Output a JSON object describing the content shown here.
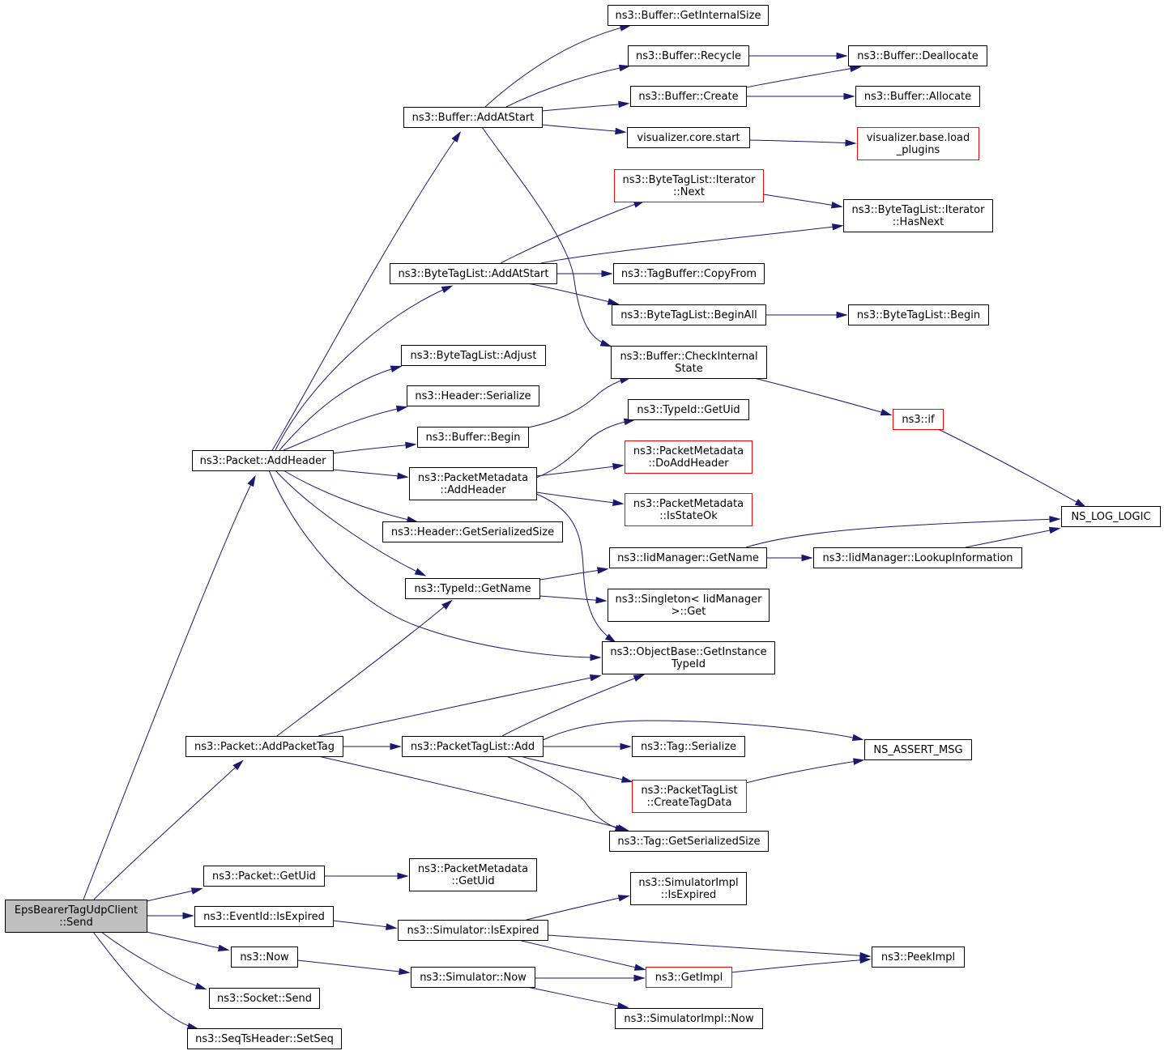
{
  "colors": {
    "edge": "#191970",
    "border": "#000000",
    "undocumented_border": "#ff0000",
    "root_fill": "#bfbfbf"
  },
  "nodes": {
    "root": {
      "lines": [
        "EpsBearerTagUdpClient",
        "::Send"
      ],
      "style": "root"
    },
    "pkt_addheader": {
      "lines": [
        "ns3::Packet::AddHeader"
      ]
    },
    "pkt_addpackettag": {
      "lines": [
        "ns3::Packet::AddPacketTag"
      ]
    },
    "pkt_getuid": {
      "lines": [
        "ns3::Packet::GetUid"
      ]
    },
    "eventid_isexpired": {
      "lines": [
        "ns3::EventId::IsExpired"
      ]
    },
    "now": {
      "lines": [
        "ns3::Now"
      ]
    },
    "socket_send": {
      "lines": [
        "ns3::Socket::Send"
      ]
    },
    "seqts_setseq": {
      "lines": [
        "ns3::SeqTsHeader::SetSeq"
      ]
    },
    "buf_addatstart": {
      "lines": [
        "ns3::Buffer::AddAtStart"
      ]
    },
    "btl_addatstart": {
      "lines": [
        "ns3::ByteTagList::AddAtStart"
      ]
    },
    "btl_adjust": {
      "lines": [
        "ns3::ByteTagList::Adjust"
      ]
    },
    "hdr_serialize": {
      "lines": [
        "ns3::Header::Serialize"
      ]
    },
    "buf_begin": {
      "lines": [
        "ns3::Buffer::Begin"
      ]
    },
    "pm_addheader": {
      "lines": [
        "ns3::PacketMetadata",
        "::AddHeader"
      ]
    },
    "hdr_getsersize": {
      "lines": [
        "ns3::Header::GetSerializedSize"
      ]
    },
    "typeid_getname": {
      "lines": [
        "ns3::TypeId::GetName"
      ]
    },
    "ptl_add": {
      "lines": [
        "ns3::PacketTagList::Add"
      ]
    },
    "pm_getuid": {
      "lines": [
        "ns3::PacketMetadata",
        "::GetUid"
      ]
    },
    "sim_isexpired": {
      "lines": [
        "ns3::Simulator::IsExpired"
      ]
    },
    "sim_now": {
      "lines": [
        "ns3::Simulator::Now"
      ]
    },
    "buf_getinternalsize": {
      "lines": [
        "ns3::Buffer::GetInternalSize"
      ]
    },
    "buf_recycle": {
      "lines": [
        "ns3::Buffer::Recycle"
      ]
    },
    "buf_create": {
      "lines": [
        "ns3::Buffer::Create"
      ]
    },
    "vis_core_start": {
      "lines": [
        "visualizer.core.start"
      ]
    },
    "btl_it_next": {
      "lines": [
        "ns3::ByteTagList::Iterator",
        "::Next"
      ],
      "style": "red"
    },
    "tagbuf_copyfrom": {
      "lines": [
        "ns3::TagBuffer::CopyFrom"
      ]
    },
    "btl_beginall": {
      "lines": [
        "ns3::ByteTagList::BeginAll"
      ]
    },
    "buf_checkinternal": {
      "lines": [
        "ns3::Buffer::CheckInternal",
        "State"
      ]
    },
    "typeid_getuid": {
      "lines": [
        "ns3::TypeId::GetUid"
      ]
    },
    "pm_doaddheader": {
      "lines": [
        "ns3::PacketMetadata",
        "::DoAddHeader"
      ],
      "style": "red"
    },
    "pm_isstateok": {
      "lines": [
        "ns3::PacketMetadata",
        "::IsStateOk"
      ],
      "style": "red"
    },
    "iid_getname": {
      "lines": [
        "ns3::IidManager::GetName"
      ]
    },
    "singleton_get": {
      "lines": [
        "ns3::Singleton< IidManager",
        ">::Get"
      ]
    },
    "objbase_getinstance": {
      "lines": [
        "ns3::ObjectBase::GetInstance",
        "TypeId"
      ]
    },
    "tag_serialize": {
      "lines": [
        "ns3::Tag::Serialize"
      ]
    },
    "ptl_createtagdata": {
      "lines": [
        "ns3::PacketTagList",
        "::CreateTagData"
      ],
      "style": "red"
    },
    "tag_getsersize": {
      "lines": [
        "ns3::Tag::GetSerializedSize"
      ]
    },
    "simimpl_isexpired": {
      "lines": [
        "ns3::SimulatorImpl",
        "::IsExpired"
      ]
    },
    "getimpl": {
      "lines": [
        "ns3::GetImpl"
      ],
      "style": "red"
    },
    "simimpl_now": {
      "lines": [
        "ns3::SimulatorImpl::Now"
      ]
    },
    "buf_deallocate": {
      "lines": [
        "ns3::Buffer::Deallocate"
      ]
    },
    "buf_allocate": {
      "lines": [
        "ns3::Buffer::Allocate"
      ]
    },
    "vis_base_load": {
      "lines": [
        "visualizer.base.load",
        "_plugins"
      ],
      "style": "red"
    },
    "btl_it_hasnext": {
      "lines": [
        "ns3::ByteTagList::Iterator",
        "::HasNext"
      ]
    },
    "btl_begin": {
      "lines": [
        "ns3::ByteTagList::Begin"
      ]
    },
    "ns3_if": {
      "lines": [
        "ns3::if"
      ],
      "style": "red"
    },
    "iid_lookupinfo": {
      "lines": [
        "ns3::IidManager::LookupInformation"
      ]
    },
    "ns_log_logic": {
      "lines": [
        "NS_LOG_LOGIC"
      ]
    },
    "ns_assert_msg": {
      "lines": [
        "NS_ASSERT_MSG"
      ]
    },
    "peekimpl": {
      "lines": [
        "ns3::PeekImpl"
      ]
    }
  },
  "edges": [
    [
      "root",
      "pkt_addheader"
    ],
    [
      "root",
      "pkt_addpackettag"
    ],
    [
      "root",
      "pkt_getuid"
    ],
    [
      "root",
      "eventid_isexpired"
    ],
    [
      "root",
      "now"
    ],
    [
      "root",
      "socket_send"
    ],
    [
      "root",
      "seqts_setseq"
    ],
    [
      "pkt_addheader",
      "buf_addatstart"
    ],
    [
      "pkt_addheader",
      "btl_addatstart"
    ],
    [
      "pkt_addheader",
      "btl_adjust"
    ],
    [
      "pkt_addheader",
      "hdr_serialize"
    ],
    [
      "pkt_addheader",
      "buf_begin"
    ],
    [
      "pkt_addheader",
      "pm_addheader"
    ],
    [
      "pkt_addheader",
      "hdr_getsersize"
    ],
    [
      "pkt_addheader",
      "typeid_getname"
    ],
    [
      "pkt_addheader",
      "objbase_getinstance"
    ],
    [
      "buf_addatstart",
      "buf_getinternalsize"
    ],
    [
      "buf_addatstart",
      "buf_recycle"
    ],
    [
      "buf_addatstart",
      "buf_create"
    ],
    [
      "buf_addatstart",
      "vis_core_start"
    ],
    [
      "buf_addatstart",
      "buf_checkinternal"
    ],
    [
      "buf_recycle",
      "buf_deallocate"
    ],
    [
      "buf_create",
      "buf_deallocate"
    ],
    [
      "buf_create",
      "buf_allocate"
    ],
    [
      "vis_core_start",
      "vis_base_load"
    ],
    [
      "btl_addatstart",
      "btl_it_next"
    ],
    [
      "btl_addatstart",
      "btl_it_hasnext"
    ],
    [
      "btl_addatstart",
      "tagbuf_copyfrom"
    ],
    [
      "btl_addatstart",
      "btl_beginall"
    ],
    [
      "btl_it_next",
      "btl_it_hasnext"
    ],
    [
      "btl_beginall",
      "btl_begin"
    ],
    [
      "buf_begin",
      "buf_checkinternal"
    ],
    [
      "buf_checkinternal",
      "ns3_if"
    ],
    [
      "ns3_if",
      "ns_log_logic"
    ],
    [
      "pm_addheader",
      "typeid_getuid"
    ],
    [
      "pm_addheader",
      "pm_doaddheader"
    ],
    [
      "pm_addheader",
      "pm_isstateok"
    ],
    [
      "pm_addheader",
      "objbase_getinstance"
    ],
    [
      "typeid_getname",
      "iid_getname"
    ],
    [
      "typeid_getname",
      "singleton_get"
    ],
    [
      "iid_getname",
      "ns_log_logic"
    ],
    [
      "iid_getname",
      "iid_lookupinfo"
    ],
    [
      "iid_lookupinfo",
      "ns_log_logic"
    ],
    [
      "pkt_addpackettag",
      "typeid_getname"
    ],
    [
      "pkt_addpackettag",
      "objbase_getinstance"
    ],
    [
      "pkt_addpackettag",
      "ptl_add"
    ],
    [
      "pkt_addpackettag",
      "tag_getsersize"
    ],
    [
      "ptl_add",
      "objbase_getinstance"
    ],
    [
      "ptl_add",
      "ns_assert_msg"
    ],
    [
      "ptl_add",
      "tag_serialize"
    ],
    [
      "ptl_add",
      "ptl_createtagdata"
    ],
    [
      "ptl_add",
      "tag_getsersize"
    ],
    [
      "ptl_createtagdata",
      "ns_assert_msg"
    ],
    [
      "pkt_getuid",
      "pm_getuid"
    ],
    [
      "eventid_isexpired",
      "sim_isexpired"
    ],
    [
      "sim_isexpired",
      "simimpl_isexpired"
    ],
    [
      "sim_isexpired",
      "peekimpl"
    ],
    [
      "sim_isexpired",
      "getimpl"
    ],
    [
      "now",
      "sim_now"
    ],
    [
      "sim_now",
      "getimpl"
    ],
    [
      "sim_now",
      "simimpl_now"
    ],
    [
      "getimpl",
      "peekimpl"
    ]
  ]
}
